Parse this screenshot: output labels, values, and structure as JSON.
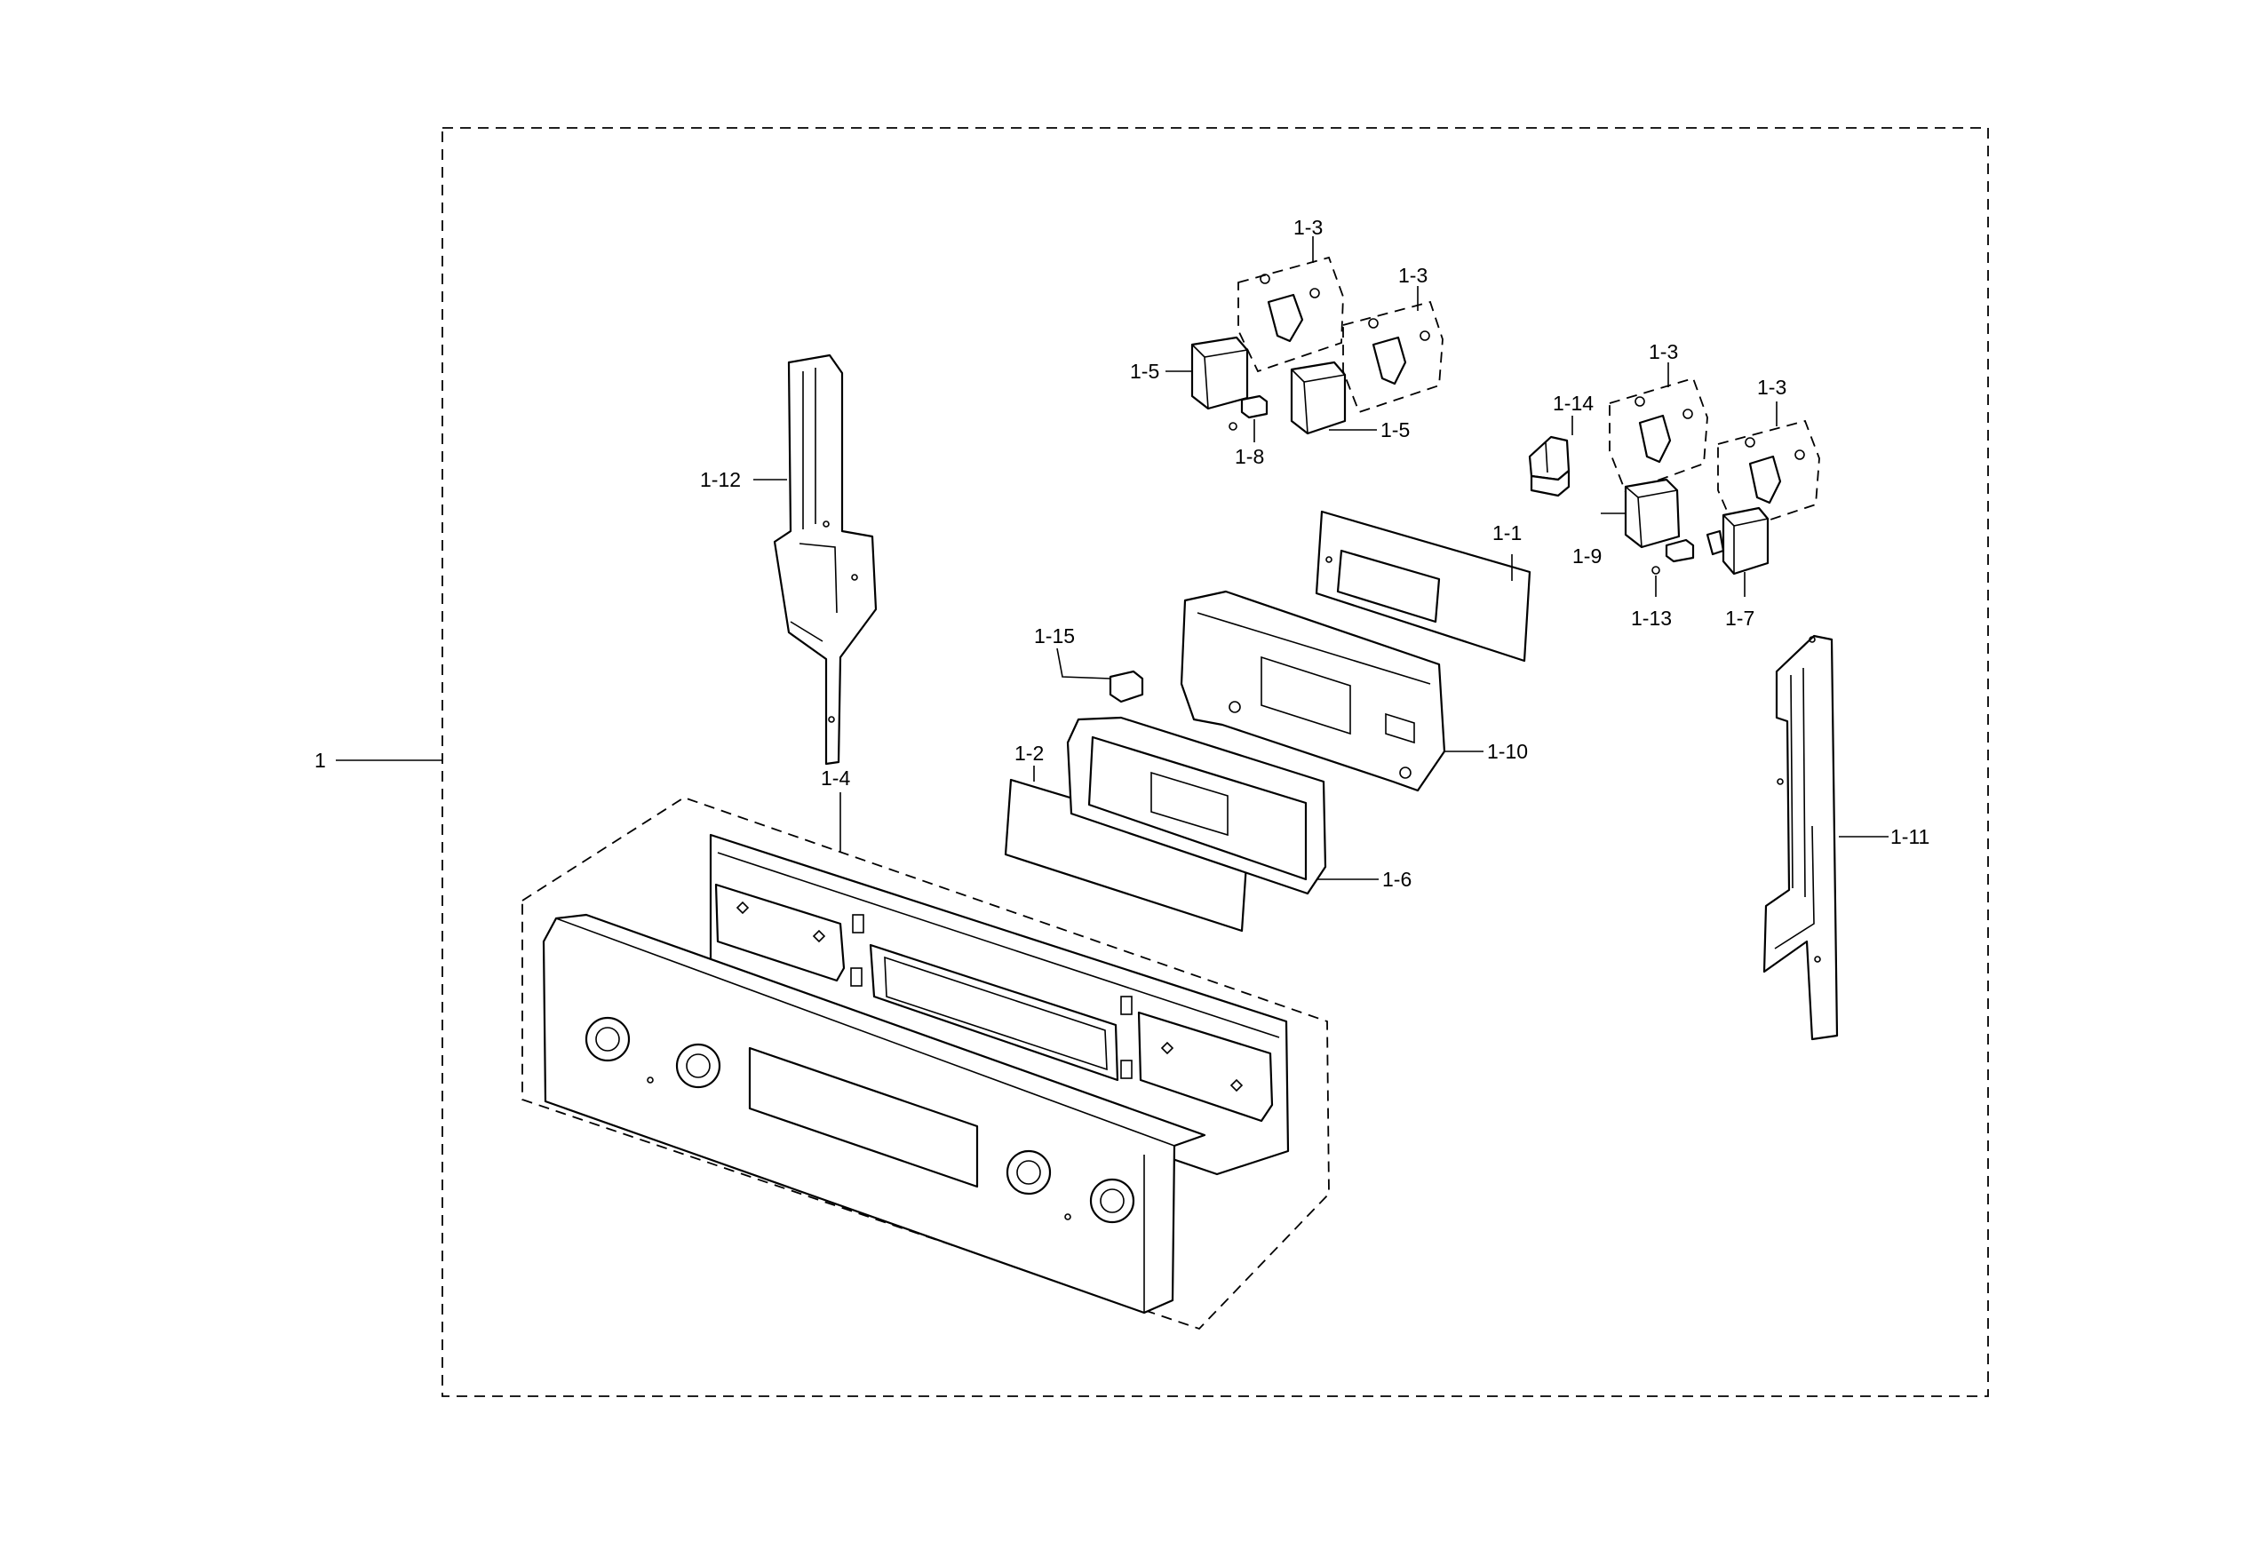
{
  "diagram": {
    "type": "exploded-parts-diagram",
    "labels": {
      "assembly": "1",
      "l_1_1": "1-1",
      "l_1_2": "1-2",
      "l_1_3": "1-3",
      "l_1_4": "1-4",
      "l_1_5": "1-5",
      "l_1_6": "1-6",
      "l_1_7": "1-7",
      "l_1_8": "1-8",
      "l_1_9": "1-9",
      "l_1_10": "1-10",
      "l_1_11": "1-11",
      "l_1_12": "1-12",
      "l_1_13": "1-13",
      "l_1_14": "1-14",
      "l_1_15": "1-15"
    },
    "colors": {
      "ink": "#000000",
      "paper": "#ffffff"
    }
  }
}
